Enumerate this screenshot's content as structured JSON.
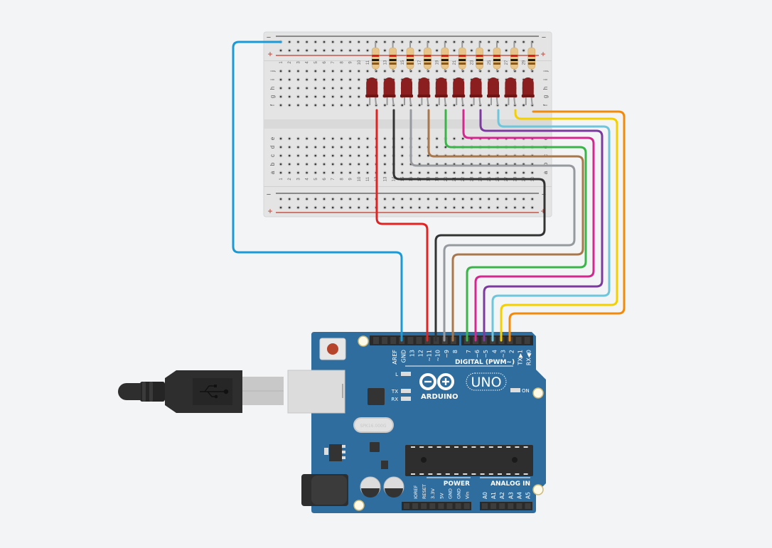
{
  "app": {
    "view": "circuit-editor-canvas"
  },
  "breadboard": {
    "columns": 30,
    "row_labels_top": [
      "j",
      "i",
      "h",
      "g",
      "f"
    ],
    "row_labels_bottom": [
      "e",
      "d",
      "c",
      "b",
      "a"
    ],
    "rail_minus": "−",
    "rail_plus": "+",
    "colors": {
      "body": "#e3e3e3",
      "rail_minus": "#4a4a4a",
      "rail_plus": "#c0392b",
      "hole": "#3a3a3a"
    }
  },
  "components": {
    "leds": {
      "count": 10,
      "color": "#8b1e1e",
      "columns": [
        12,
        14,
        16,
        18,
        20,
        22,
        24,
        26,
        28,
        30
      ]
    },
    "resistors": {
      "count": 10,
      "bands": [
        "#e31b1b",
        "#1a1a1a",
        "#8a5a1a"
      ]
    }
  },
  "wires": [
    {
      "name": "gnd-wire",
      "color": "#1a9ad6",
      "from": "breadboard-top-minus-rail",
      "to": "GND"
    },
    {
      "name": "pin11-wire",
      "color": "#e02424",
      "from": "f12",
      "to": "~11"
    },
    {
      "name": "pin10-wire",
      "color": "#333333",
      "from": "f14",
      "to": "~10"
    },
    {
      "name": "pin9-wire",
      "color": "#969a9e",
      "from": "f16",
      "to": "~9"
    },
    {
      "name": "pin8-wire",
      "color": "#a8774c",
      "from": "f18",
      "to": "8"
    },
    {
      "name": "pin7-wire",
      "color": "#3bb44a",
      "from": "f20",
      "to": "7"
    },
    {
      "name": "pin6-wire",
      "color": "#d4278f",
      "from": "f22",
      "to": "~6"
    },
    {
      "name": "pin5-wire",
      "color": "#7c3aa0",
      "from": "f24",
      "to": "~5"
    },
    {
      "name": "pin4-wire",
      "color": "#6ec6dc",
      "from": "f26",
      "to": "4"
    },
    {
      "name": "pin3-wire",
      "color": "#f5d000",
      "from": "f28",
      "to": "~3"
    },
    {
      "name": "pin2-wire",
      "color": "#f28a0c",
      "from": "f30",
      "to": "2"
    }
  ],
  "arduino": {
    "board_color": "#2f6d9e",
    "logo_text": "ARDUINO",
    "model": "UNO",
    "digital_label": "DIGITAL (PWM~)",
    "digital_pins": [
      "AREF",
      "GND",
      "13",
      "12",
      "~11",
      "~10",
      "~9",
      "8",
      "7",
      "~6",
      "~5",
      "4",
      "~3",
      "2",
      "TX▶1",
      "RX◀0"
    ],
    "power_label": "POWER",
    "power_pins": [
      "IOREF",
      "RESET",
      "3.3V",
      "5V",
      "GND",
      "GND",
      "Vin"
    ],
    "analog_label": "ANALOG IN",
    "analog_pins": [
      "A0",
      "A1",
      "A2",
      "A3",
      "A4",
      "A5"
    ],
    "led_labels": {
      "l": "L",
      "tx": "TX",
      "rx": "RX",
      "on": "ON"
    },
    "crystal_text": "SPK16.000G"
  },
  "usb_cable": {
    "icon": "usb-icon"
  }
}
